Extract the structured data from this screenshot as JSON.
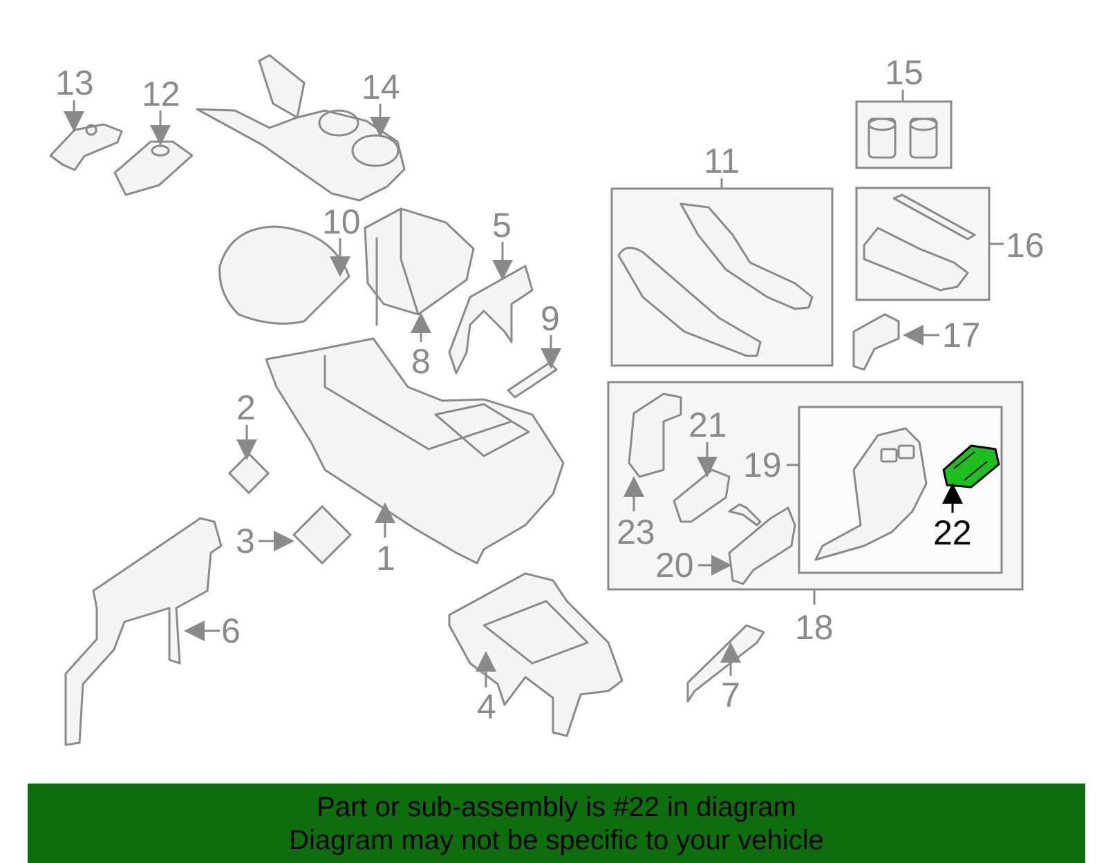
{
  "diagram": {
    "callouts": [
      "1",
      "2",
      "3",
      "4",
      "5",
      "6",
      "7",
      "8",
      "9",
      "10",
      "11",
      "12",
      "13",
      "14",
      "15",
      "16",
      "17",
      "18",
      "19",
      "20",
      "21",
      "22",
      "23"
    ],
    "highlighted_part": "22",
    "highlight_color": "#1fbf1f"
  },
  "banner": {
    "line1": "Part or sub-assembly is #22 in diagram",
    "line2": "Diagram may not be specific to your vehicle",
    "background": "#0e6e0e"
  }
}
